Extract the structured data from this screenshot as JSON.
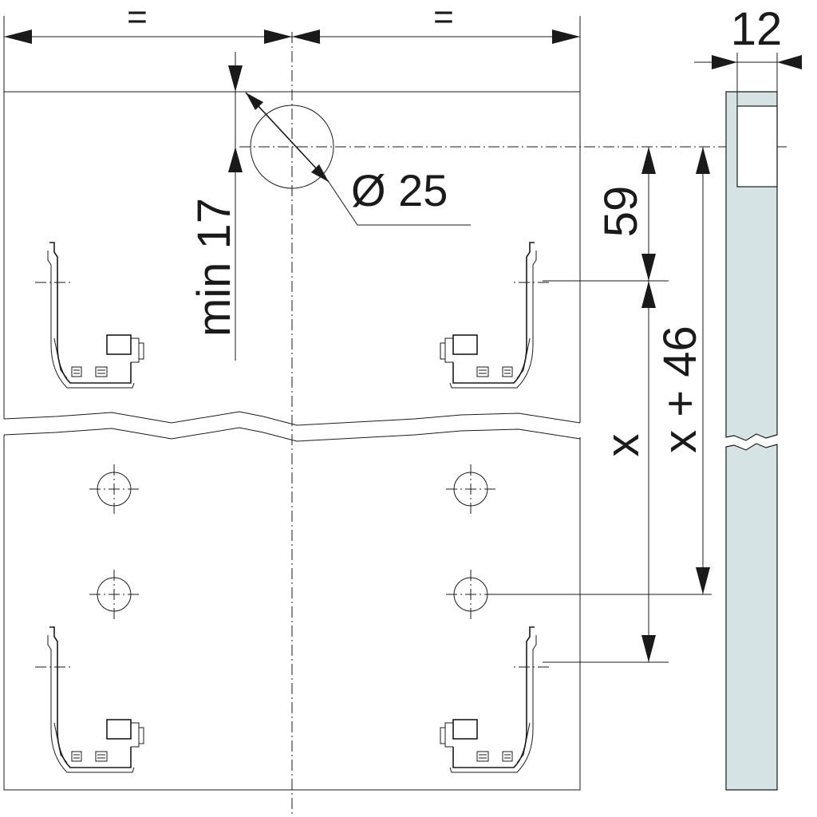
{
  "dimensions": {
    "equal_left": "=",
    "equal_right": "=",
    "thickness": "12",
    "min_edge": "min 17",
    "hole_diameter": "Ø 25",
    "offset_59": "59",
    "x_plus_46": "x + 46",
    "x": "x"
  },
  "colors": {
    "line": "#1a1a1a",
    "panel_section": "#d5e3e3",
    "background": "#ffffff"
  },
  "icons": {
    "hinge_bracket": "hinge-bracket-icon",
    "drill_hole": "drill-hole-icon"
  }
}
